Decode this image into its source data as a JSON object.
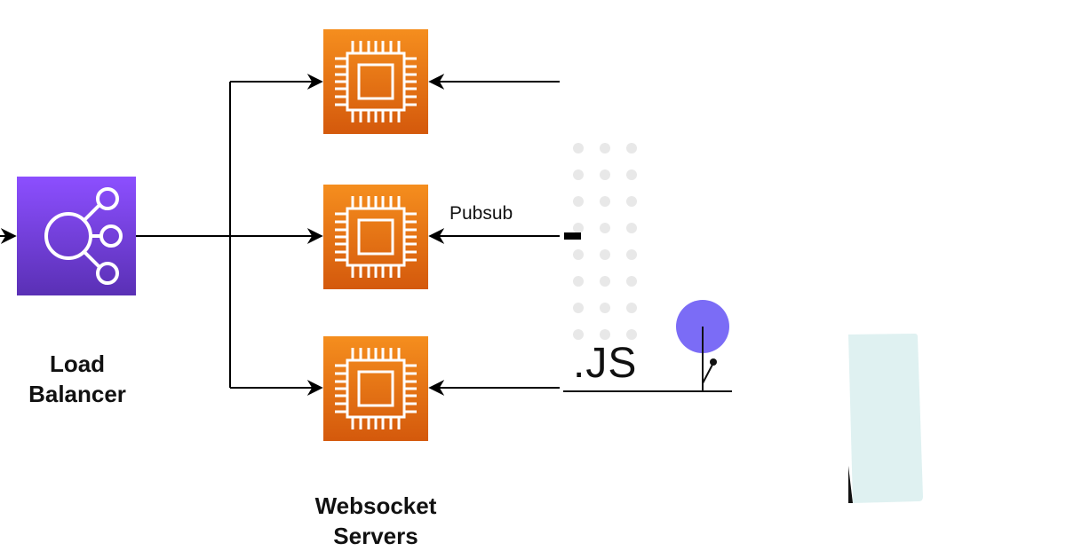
{
  "load_balancer": {
    "label_line1": "Load",
    "label_line2": "Balancer",
    "icon": "load-balancer-icon",
    "color_top": "#8c4fff",
    "color_bottom": "#5a30b5"
  },
  "websocket_servers": {
    "label_line1": "Websocket",
    "label_line2": "Servers",
    "icon": "compute-chip-icon",
    "count": 3,
    "color_top": "#f58e1e",
    "color_bottom": "#d4590c"
  },
  "pubsub": {
    "label": "Pubsub"
  },
  "js_fragment": {
    "text": ".JS"
  },
  "colors": {
    "arrow": "#000000",
    "accent_circle": "#7b6cf6",
    "dots": "#e8e8e8",
    "card": "#dff1f1"
  }
}
